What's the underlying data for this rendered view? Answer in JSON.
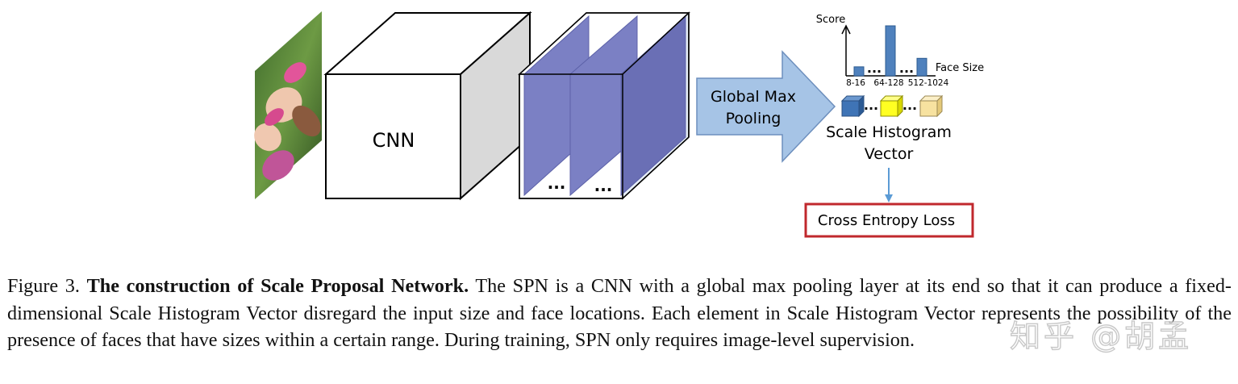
{
  "figure": {
    "cnn_label": "CNN",
    "feature_ellipsis_1": "...",
    "feature_ellipsis_2": "...",
    "pooling_label_line1": "Global Max",
    "pooling_label_line2": "Pooling",
    "histogram": {
      "y_label": "Score",
      "x_label": "Face Size",
      "ellipsis_1": "...",
      "ellipsis_2": "...",
      "bars": [
        {
          "label": "8-16",
          "score": 0.18
        },
        {
          "label": "64-128",
          "score": 1.0
        },
        {
          "label": "512-1024",
          "score": 0.35
        }
      ]
    },
    "vector_ellipsis_1": "...",
    "vector_ellipsis_2": "...",
    "vector_label_line1": "Scale Histogram",
    "vector_label_line2": "Vector",
    "loss_label": "Cross Entropy Loss",
    "colors": {
      "pooling_arrow": "#a6c4e6",
      "feature_slice": "#7b80c4",
      "cube_blue": "#3f74b6",
      "cube_yellow": "#ffff22",
      "cube_beige": "#f7e2a0",
      "loss_border": "#c0282d",
      "bar": "#4f81bd"
    }
  },
  "caption": {
    "figure_number": "Figure 3.",
    "title": "The construction of Scale Proposal Network.",
    "body": "The SPN is a CNN with a global max pooling layer at its end so that it can produce a fixed-dimensional Scale Histogram Vector disregard the input size and face locations. Each element in Scale Histogram Vector represents the possibility of the presence of faces that have sizes within a certain range. During training, SPN only requires image-level supervision."
  },
  "watermark": "知乎 @胡孟"
}
